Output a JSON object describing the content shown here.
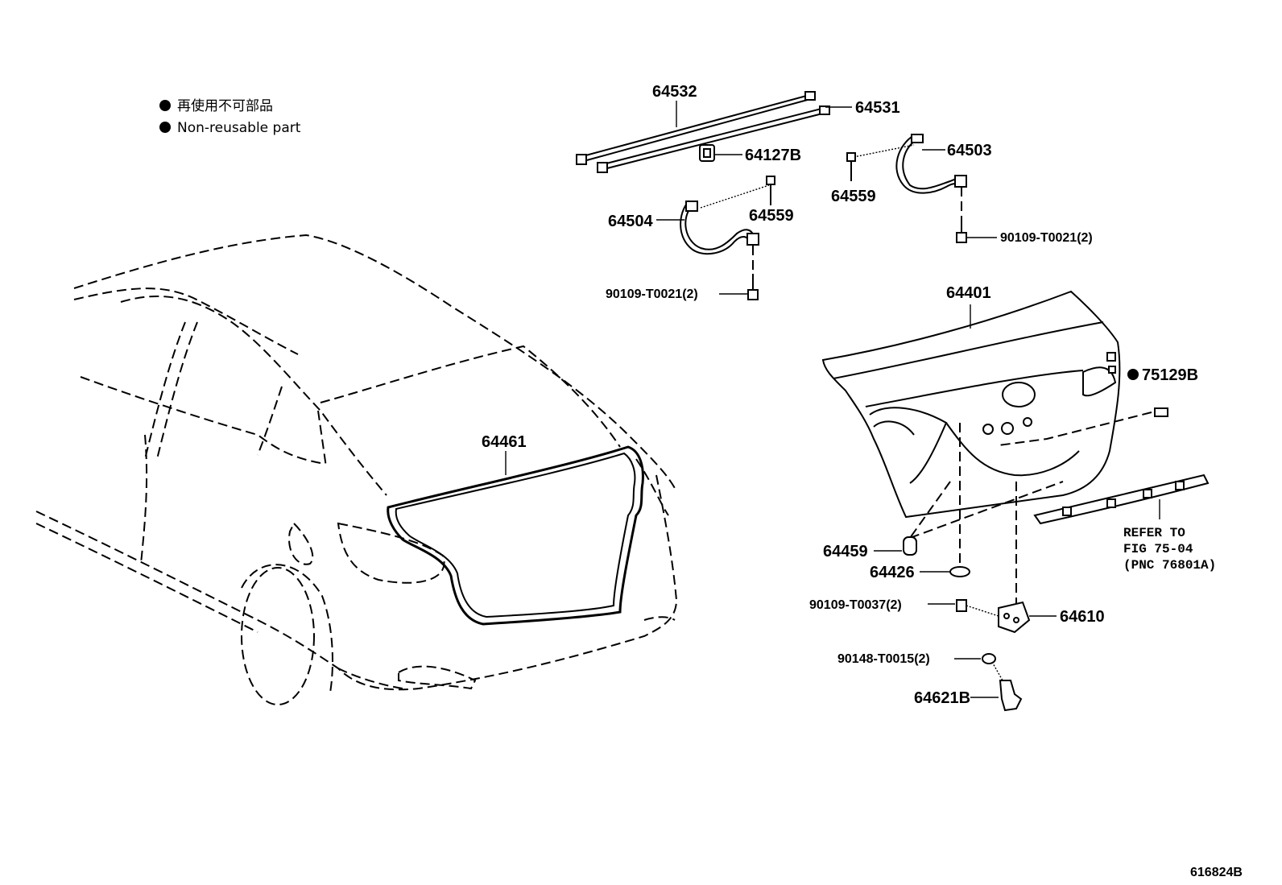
{
  "legend": {
    "japanese": "再使用不可部品",
    "english": "Non-reusable part"
  },
  "figure_id": "616824B",
  "parts": {
    "p64532": "64532",
    "p64531": "64531",
    "p64127B": "64127B",
    "p64503": "64503",
    "p64559_right": "64559",
    "p64559_left": "64559",
    "p64504": "64504",
    "bolt_right": "90109-T0021(2)",
    "bolt_left": "90109-T0021(2)",
    "p64401": "64401",
    "p75129B": "75129B",
    "p64461": "64461",
    "p64459": "64459",
    "p64426": "64426",
    "p90109_T0037": "90109-T0037(2)",
    "p64610": "64610",
    "p90148_T0015": "90148-T0015(2)",
    "p64621B": "64621B"
  },
  "refer": {
    "line1": "REFER TO",
    "line2": "FIG 75-04",
    "line3": "(PNC 76801A)"
  },
  "colors": {
    "ink": "#000000",
    "paper": "#ffffff"
  }
}
